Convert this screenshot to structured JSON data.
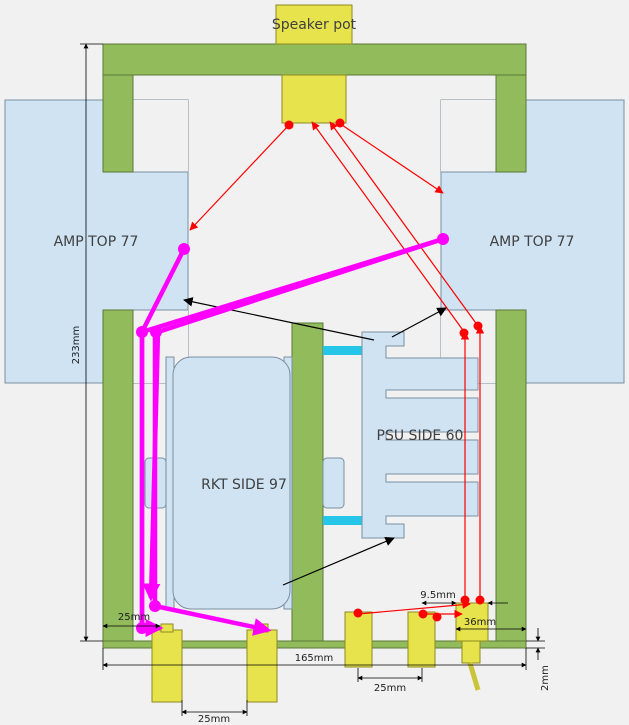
{
  "colors": {
    "background": "#f1f1f1",
    "frame": "#92bb5c",
    "frame_stroke": "#5a7a38",
    "module": "#cfe3f3",
    "module_stroke": "#7a8fa0",
    "connector": "#e7e34d",
    "connector_stroke": "#8e8a20",
    "signal": "#ff0000",
    "power": "#ff00ff",
    "pointer": "#000000",
    "spacer": "#26c6e8"
  },
  "labels": {
    "speaker_pot": "Speaker pot",
    "amp_left": "AMP TOP 77",
    "amp_right": "AMP TOP 77",
    "psu": "PSU SIDE 60",
    "rkt": "RKT SIDE 97"
  },
  "dimensions": {
    "height": "233mm",
    "width": "165mm",
    "bottom_spacing": "25mm",
    "bottom_spacing_right": "25mm",
    "left_inset": "25mm",
    "right_gap": "9.5mm",
    "right_offset": "36mm",
    "bottom_clearance": "2mm"
  }
}
